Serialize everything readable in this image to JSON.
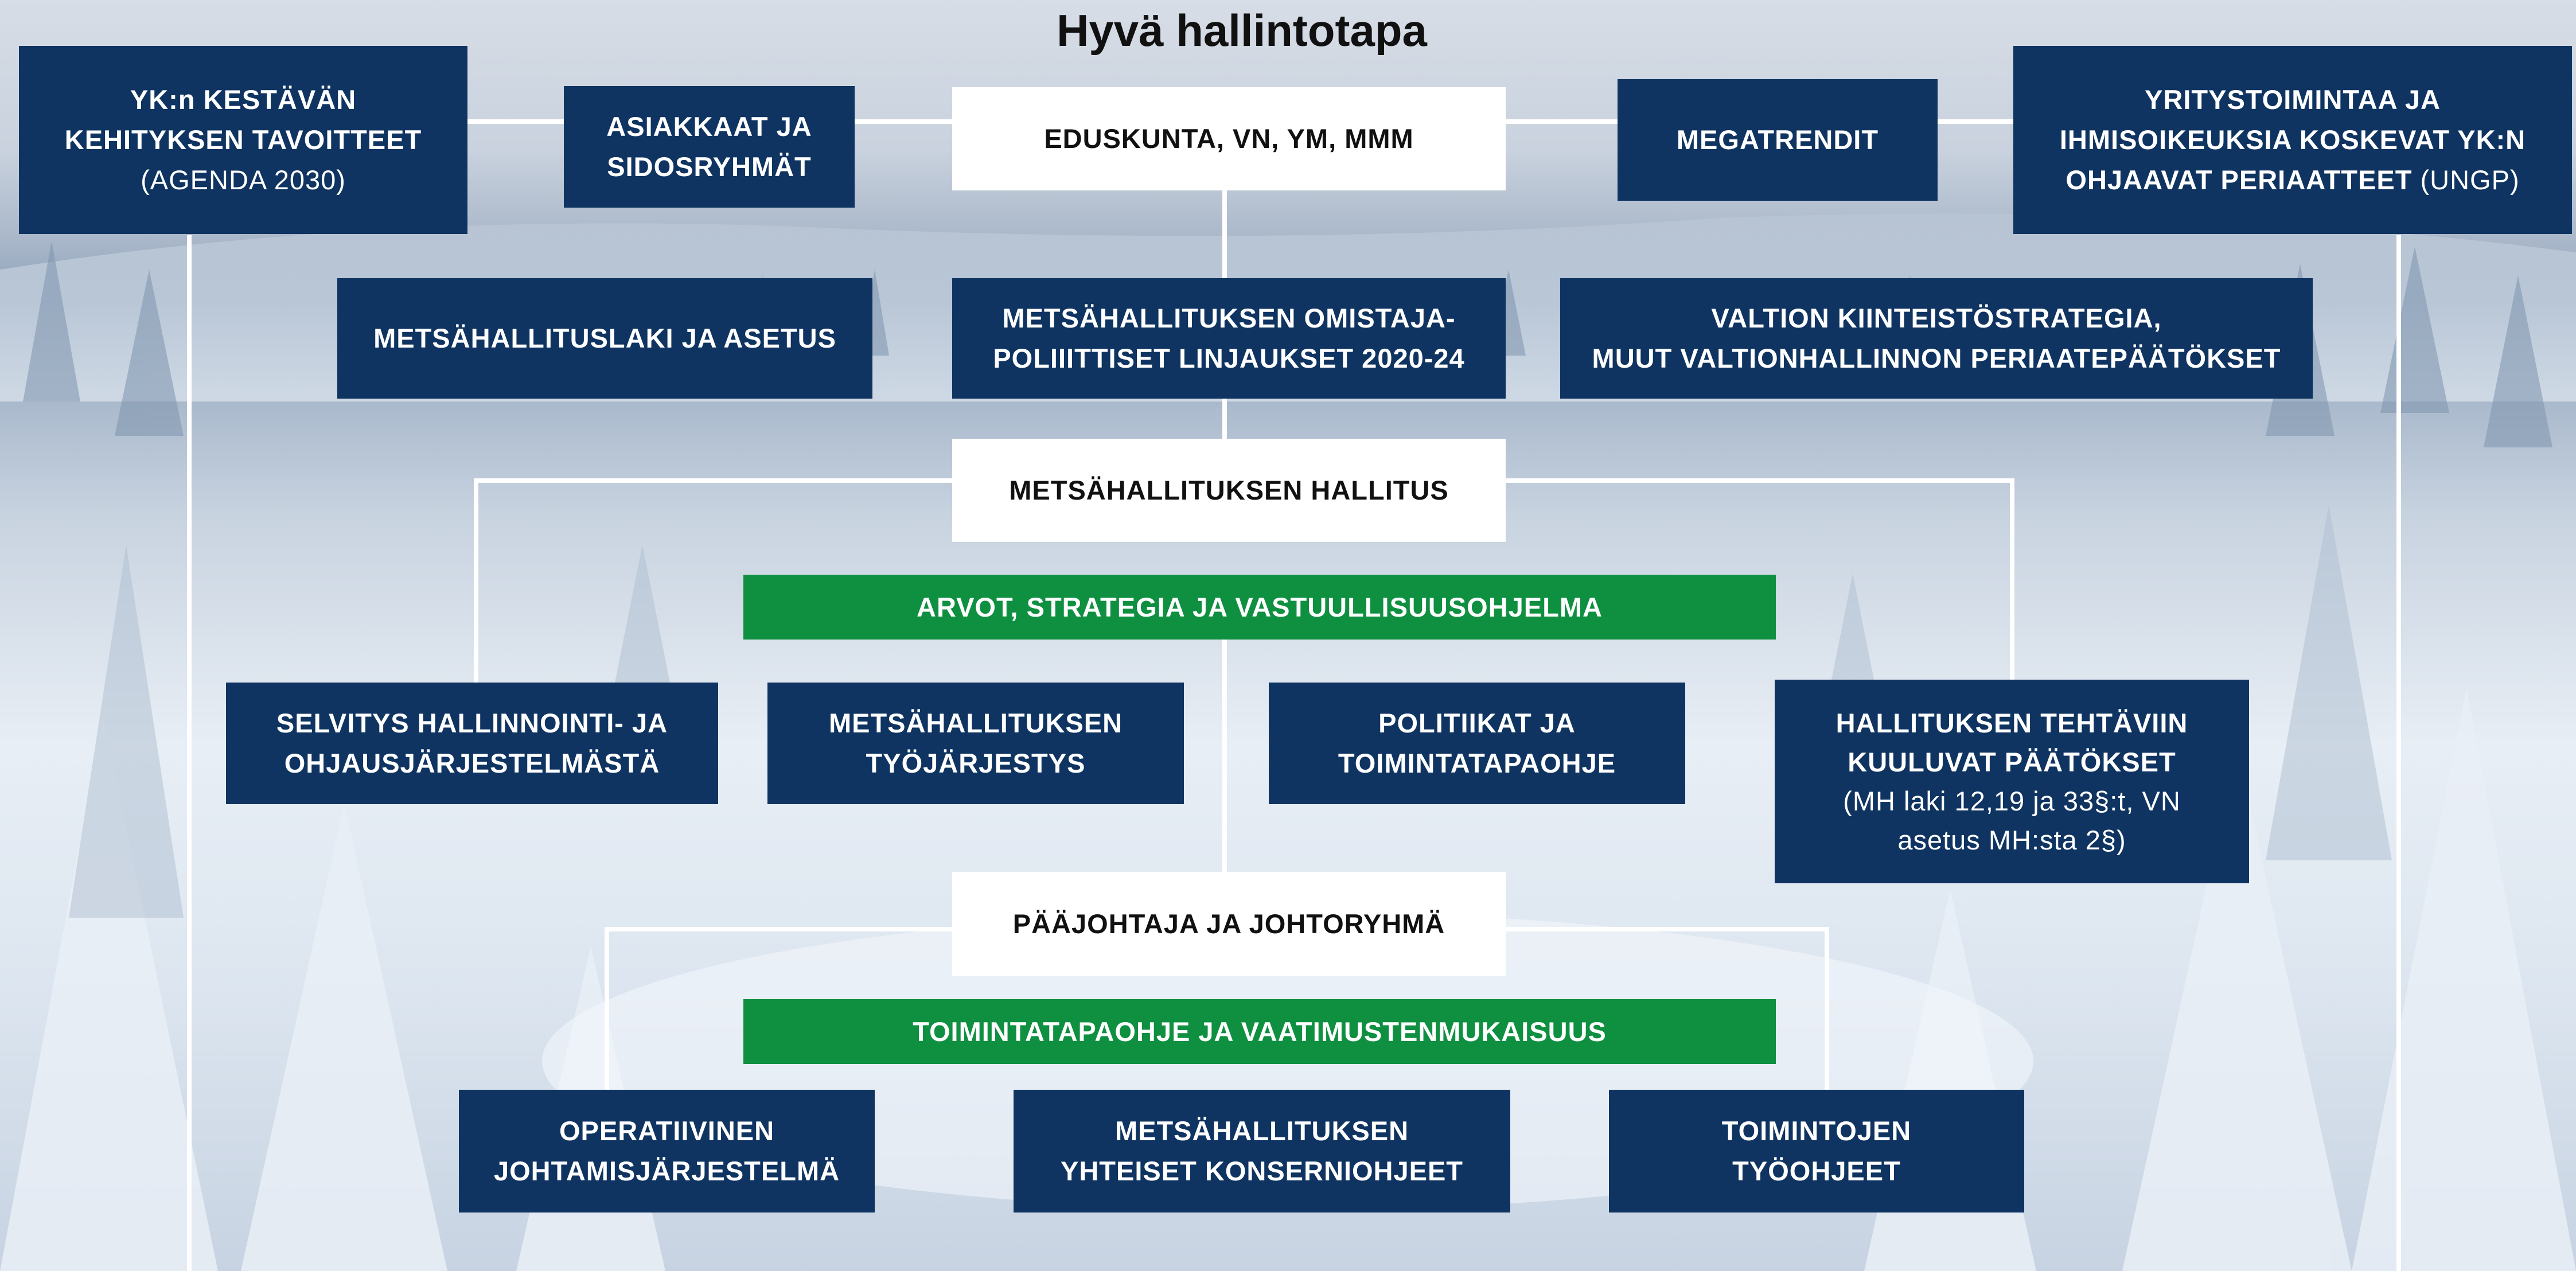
{
  "title": "Hyvä hallintotapa",
  "boxes": {
    "sdg": {
      "line1": "YK:n KESTÄVÄN",
      "line2": "KEHITYKSEN TAVOITTEET",
      "line3": "(AGENDA 2030)"
    },
    "customers": {
      "line1": "ASIAKKAAT JA",
      "line2": "SIDOSRYHMÄT"
    },
    "parliament": {
      "line1": "EDUSKUNTA, VN, YM, MMM"
    },
    "megatrends": {
      "line1": "MEGATRENDIT"
    },
    "ungp": {
      "line1": "YRITYSTOIMINTAA JA",
      "line2": "IHMISOIKEUKSIA KOSKEVAT YK:N",
      "line3a": "OHJAAVAT PERIAATTEET",
      "line3b": " (UNGP)"
    },
    "law": {
      "line1": "METSÄHALLITUSLAKI JA ASETUS"
    },
    "ownership": {
      "line1": "METSÄHALLITUKSEN OMISTAJA-",
      "line2": "POLIIITTISET LINJAUKSET 2020-24"
    },
    "state_strategy": {
      "line1": "VALTION KIINTEISTÖSTRATEGIA,",
      "line2": "MUUT VALTIONHALLINNON PERIAATEPÄÄTÖKSET"
    },
    "board": {
      "line1": "METSÄHALLITUKSEN HALLITUS"
    },
    "values": {
      "line1": "ARVOT, STRATEGIA JA VASTUULLISUUSOHJELMA"
    },
    "report": {
      "line1": "SELVITYS HALLINNOINTI- JA",
      "line2": "OHJAUSJÄRJESTELMÄSTÄ"
    },
    "rules": {
      "line1": "METSÄHALLITUKSEN",
      "line2": "TYÖJÄRJESTYS"
    },
    "policies": {
      "line1": "POLITIIKAT JA",
      "line2": "TOIMINTATAPAOHJE"
    },
    "board_decisions": {
      "line1": "HALLITUKSEN TEHTÄVIIN",
      "line2": "KUULUVAT PÄÄTÖKSET",
      "line3": "(MH laki 12,19 ja 33§:t, VN",
      "line4": "asetus MH:sta 2§)"
    },
    "ceo": {
      "line1": "PÄÄJOHTAJA JA JOHTORYHMÄ"
    },
    "code": {
      "line1": "TOIMINTATAPAOHJE JA VAATIMUSTENMUKAISUUS"
    },
    "operative": {
      "line1": "OPERATIIVINEN",
      "line2": "JOHTAMISJÄRJESTELMÄ"
    },
    "group": {
      "line1": "METSÄHALLITUKSEN",
      "line2": "YHTEISET KONSERNIOHJEET"
    },
    "instructions": {
      "line1": "TOIMINTOJEN",
      "line2": "TYÖOHJEET"
    }
  },
  "colors": {
    "navy": "#0f3461",
    "green": "#0e9040",
    "white": "#ffffff",
    "connector": "#ffffff"
  }
}
